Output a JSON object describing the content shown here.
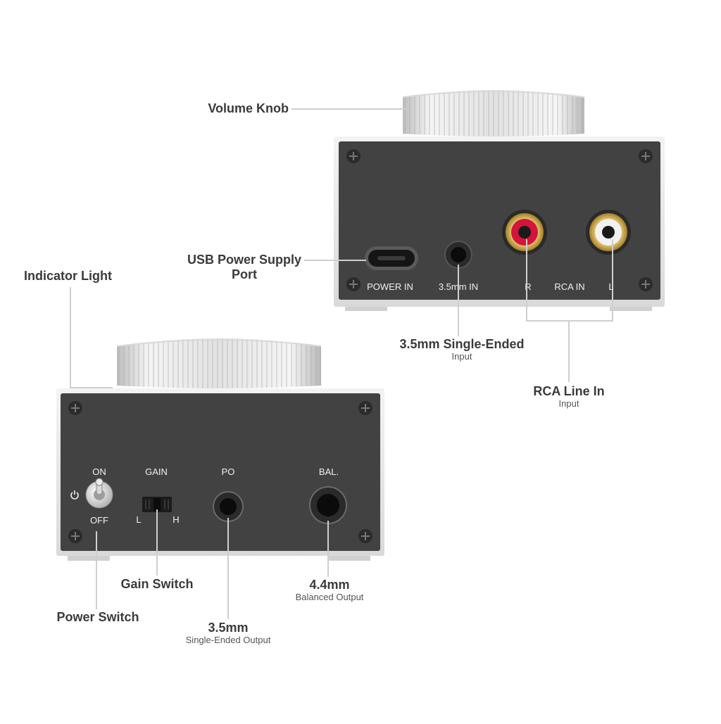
{
  "colors": {
    "panel": "#424242",
    "chassis": "#e6e6e6",
    "leader": "#cfcfcf",
    "label": "#3a3a3a",
    "rca_right": "#d4143a",
    "rca_left": "#f2f2f2",
    "gold": "#c9a447"
  },
  "labels": {
    "volume_knob": "Volume Knob",
    "usb_port": [
      "USB Power Supply",
      "Port"
    ],
    "indicator_light": "Indicator Light",
    "single_ended_in": "3.5mm Single-Ended",
    "single_ended_in_sub": "Input",
    "rca_line_in": "RCA Line In",
    "rca_line_in_sub": "Input",
    "gain_switch": "Gain Switch",
    "power_switch": "Power Switch",
    "balanced_out": "4.4mm",
    "balanced_out_sub": "Balanced Output",
    "single_ended_out": "3.5mm",
    "single_ended_out_sub": "Single-Ended Output"
  },
  "back_panel": {
    "power_in": "POWER IN",
    "jack_in": "3.5mm IN",
    "r": "R",
    "rca_in": "RCA IN",
    "l": "L"
  },
  "front_panel": {
    "on": "ON",
    "off": "OFF",
    "gain": "GAIN",
    "gain_l": "L",
    "gain_h": "H",
    "po": "PO",
    "bal": "BAL."
  },
  "icons": {
    "power": "power-icon",
    "screw": "screw-icon"
  }
}
